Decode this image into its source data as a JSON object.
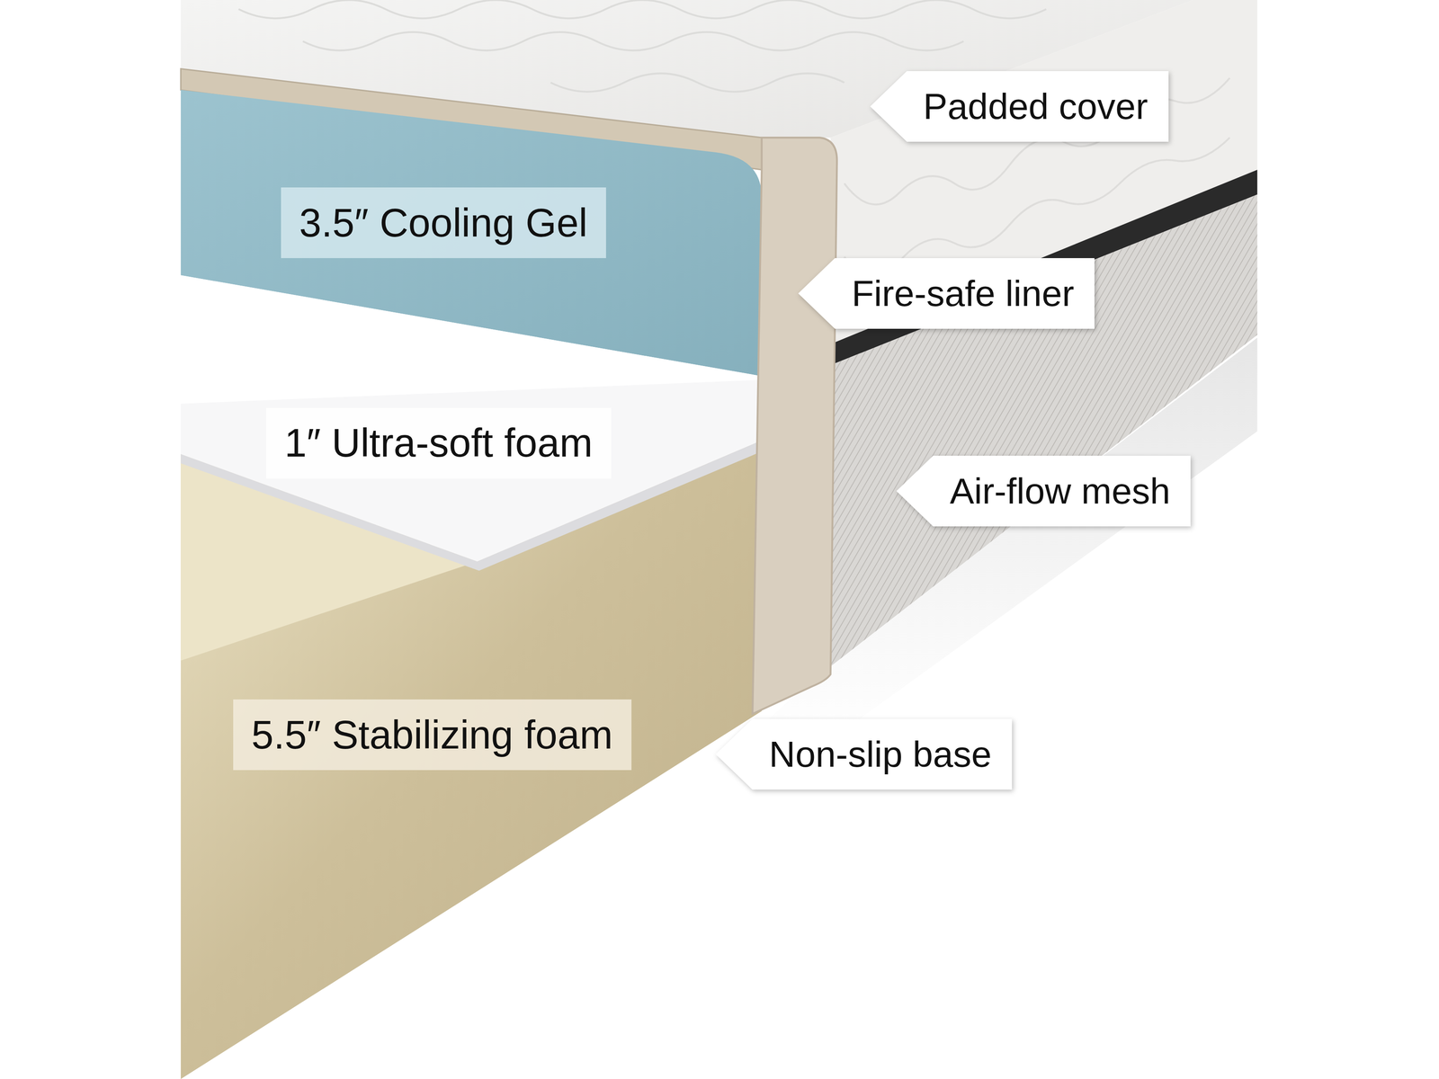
{
  "diagram": {
    "nodes": [
      {
        "text": [
          "Padded cover"
        ]
      },
      {
        "text": [
          "3.5″ Cooling Gel"
        ]
      },
      {
        "text": [
          "Fire-safe liner"
        ]
      },
      {
        "text": [
          "1″ Ultra-soft foam"
        ]
      },
      {
        "text": [
          "Air-flow mesh"
        ]
      },
      {
        "text": [
          "5.5″ Stabilizing foam"
        ]
      },
      {
        "text": [
          "Non-slip base"
        ]
      }
    ]
  }
}
